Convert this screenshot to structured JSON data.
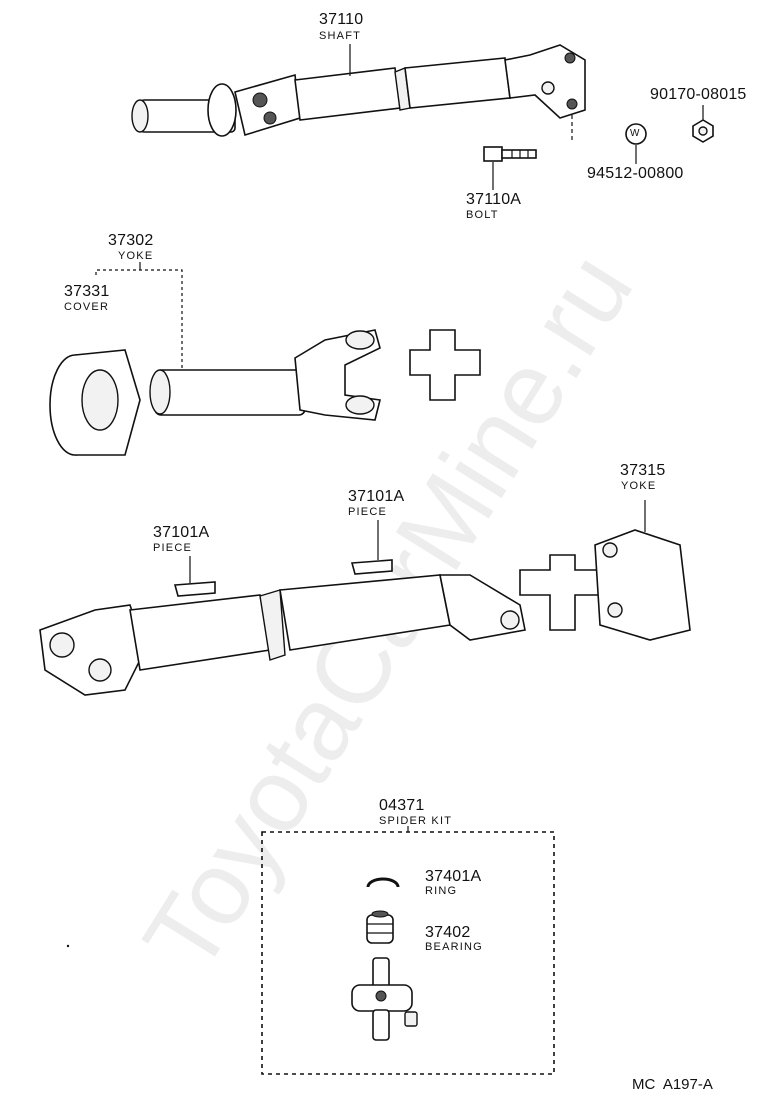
{
  "watermark": "ToyotaCarMine.ru",
  "parts": {
    "shaft": {
      "number": "37110",
      "name": "SHAFT"
    },
    "bolt": {
      "number": "37110A",
      "name": "BOLT"
    },
    "nut": {
      "number": "90170-08015"
    },
    "washer": {
      "number": "94512-00800",
      "symbol": "W"
    },
    "yoke_front": {
      "number": "37302",
      "name": "YOKE"
    },
    "cover": {
      "number": "37331",
      "name": "COVER"
    },
    "piece_left": {
      "number": "37101A",
      "name": "PIECE"
    },
    "piece_right": {
      "number": "37101A",
      "name": "PIECE"
    },
    "yoke_rear": {
      "number": "37315",
      "name": "YOKE"
    },
    "spider_kit": {
      "number": "04371",
      "name": "SPIDER KIT"
    },
    "ring": {
      "number": "37401A",
      "name": "RING"
    },
    "bearing": {
      "number": "37402",
      "name": "BEARING"
    }
  },
  "footer_code": "MC  A197-A"
}
